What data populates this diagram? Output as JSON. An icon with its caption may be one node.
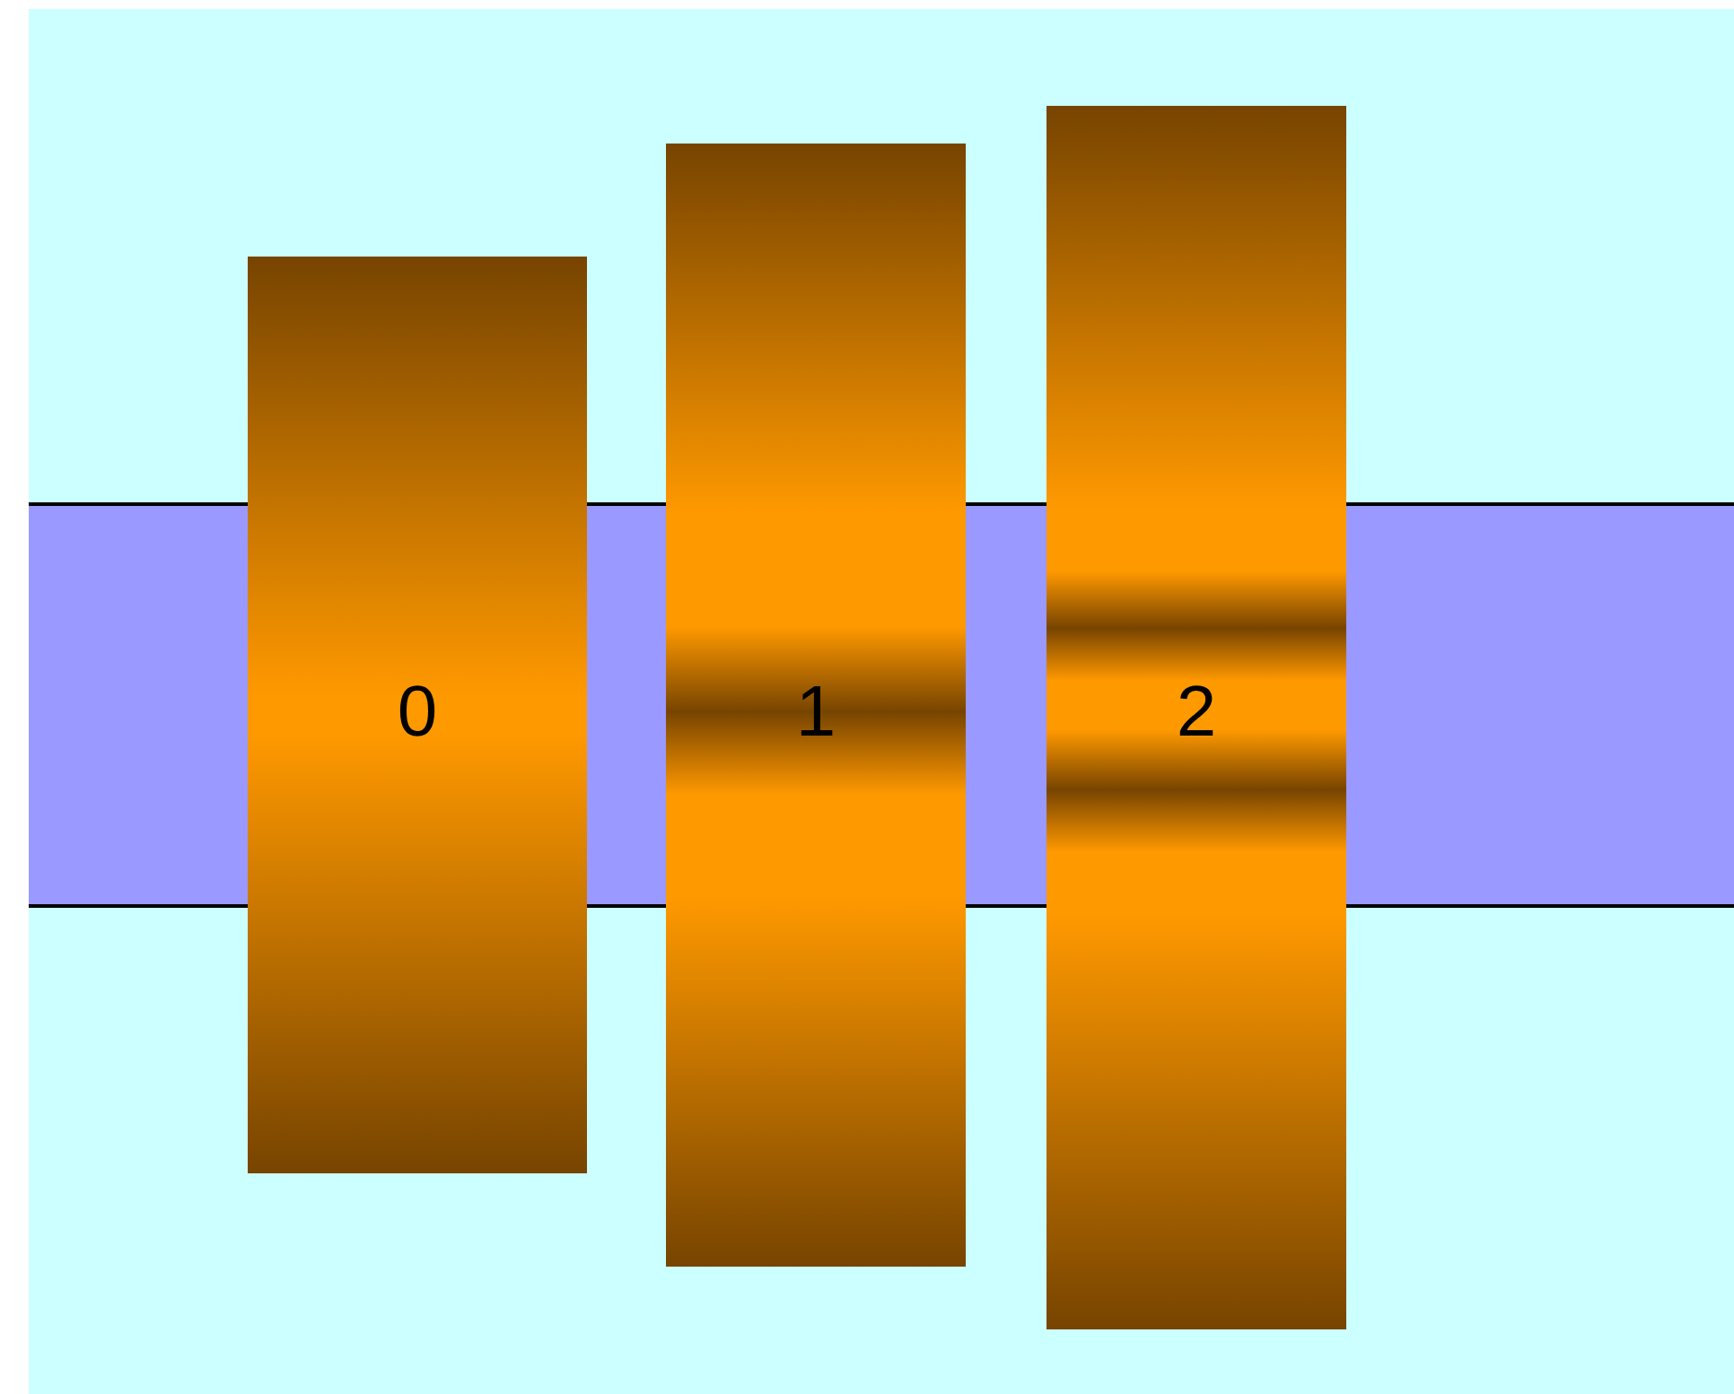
{
  "diagram": {
    "nodes": [
      {
        "text": [
          "0"
        ]
      },
      {
        "text": [
          "1"
        ]
      },
      {
        "text": [
          "2"
        ]
      }
    ]
  }
}
